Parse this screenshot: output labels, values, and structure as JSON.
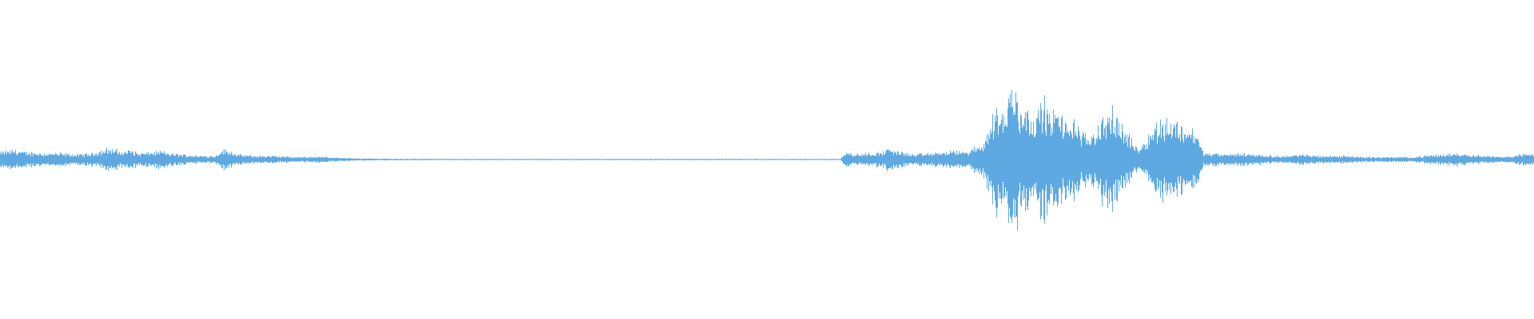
{
  "waveform": {
    "color": "#5ea9e2",
    "background": "#ffffff",
    "duration_fraction_points": [
      0.0,
      1.0
    ],
    "amplitude_envelope": [
      [
        0.0,
        0.06
      ],
      [
        0.005,
        0.07
      ],
      [
        0.01,
        0.08
      ],
      [
        0.015,
        0.06
      ],
      [
        0.02,
        0.06
      ],
      [
        0.03,
        0.05
      ],
      [
        0.04,
        0.05
      ],
      [
        0.05,
        0.04
      ],
      [
        0.06,
        0.05
      ],
      [
        0.07,
        0.09
      ],
      [
        0.075,
        0.08
      ],
      [
        0.08,
        0.06
      ],
      [
        0.085,
        0.08
      ],
      [
        0.09,
        0.05
      ],
      [
        0.1,
        0.06
      ],
      [
        0.105,
        0.07
      ],
      [
        0.11,
        0.05
      ],
      [
        0.12,
        0.04
      ],
      [
        0.13,
        0.03
      ],
      [
        0.14,
        0.03
      ],
      [
        0.145,
        0.08
      ],
      [
        0.15,
        0.07
      ],
      [
        0.155,
        0.04
      ],
      [
        0.165,
        0.03
      ],
      [
        0.175,
        0.03
      ],
      [
        0.185,
        0.025
      ],
      [
        0.195,
        0.02
      ],
      [
        0.205,
        0.025
      ],
      [
        0.215,
        0.02
      ],
      [
        0.225,
        0.012
      ],
      [
        0.24,
        0.008
      ],
      [
        0.26,
        0.006
      ],
      [
        0.3,
        0.004
      ],
      [
        0.35,
        0.004
      ],
      [
        0.4,
        0.004
      ],
      [
        0.45,
        0.004
      ],
      [
        0.5,
        0.004
      ],
      [
        0.53,
        0.004
      ],
      [
        0.548,
        0.004
      ],
      [
        0.552,
        0.08
      ],
      [
        0.556,
        0.04
      ],
      [
        0.565,
        0.05
      ],
      [
        0.575,
        0.06
      ],
      [
        0.58,
        0.09
      ],
      [
        0.585,
        0.07
      ],
      [
        0.595,
        0.04
      ],
      [
        0.605,
        0.05
      ],
      [
        0.615,
        0.06
      ],
      [
        0.625,
        0.07
      ],
      [
        0.63,
        0.06
      ],
      [
        0.636,
        0.1
      ],
      [
        0.64,
        0.12
      ],
      [
        0.645,
        0.25
      ],
      [
        0.65,
        0.45
      ],
      [
        0.655,
        0.35
      ],
      [
        0.658,
        0.55
      ],
      [
        0.662,
        0.62
      ],
      [
        0.665,
        0.4
      ],
      [
        0.67,
        0.45
      ],
      [
        0.675,
        0.3
      ],
      [
        0.68,
        0.5
      ],
      [
        0.685,
        0.35
      ],
      [
        0.69,
        0.4
      ],
      [
        0.695,
        0.28
      ],
      [
        0.7,
        0.35
      ],
      [
        0.705,
        0.2
      ],
      [
        0.71,
        0.2
      ],
      [
        0.715,
        0.25
      ],
      [
        0.72,
        0.35
      ],
      [
        0.725,
        0.38
      ],
      [
        0.73,
        0.3
      ],
      [
        0.735,
        0.22
      ],
      [
        0.74,
        0.1
      ],
      [
        0.745,
        0.12
      ],
      [
        0.75,
        0.22
      ],
      [
        0.755,
        0.3
      ],
      [
        0.76,
        0.33
      ],
      [
        0.765,
        0.3
      ],
      [
        0.77,
        0.28
      ],
      [
        0.775,
        0.26
      ],
      [
        0.78,
        0.22
      ],
      [
        0.785,
        0.05
      ],
      [
        0.79,
        0.05
      ],
      [
        0.8,
        0.04
      ],
      [
        0.81,
        0.05
      ],
      [
        0.82,
        0.04
      ],
      [
        0.83,
        0.03
      ],
      [
        0.84,
        0.03
      ],
      [
        0.85,
        0.04
      ],
      [
        0.86,
        0.03
      ],
      [
        0.87,
        0.03
      ],
      [
        0.88,
        0.03
      ],
      [
        0.89,
        0.02
      ],
      [
        0.9,
        0.02
      ],
      [
        0.91,
        0.02
      ],
      [
        0.92,
        0.02
      ],
      [
        0.93,
        0.03
      ],
      [
        0.94,
        0.04
      ],
      [
        0.95,
        0.05
      ],
      [
        0.96,
        0.04
      ],
      [
        0.97,
        0.03
      ],
      [
        0.98,
        0.02
      ],
      [
        0.99,
        0.04
      ],
      [
        1.0,
        0.05
      ]
    ]
  }
}
